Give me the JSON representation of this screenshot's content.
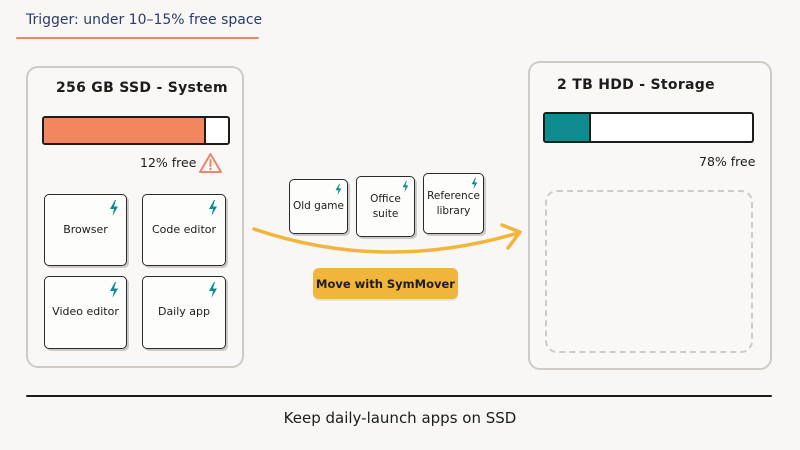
{
  "trigger": {
    "text": "Trigger: under 10–15% free space"
  },
  "colors": {
    "accent_salmon": "#f2875f",
    "accent_teal": "#0e8c8f",
    "button_yellow": "#f0b53a",
    "warning": "#e9866b"
  },
  "ssd": {
    "title": "256 GB SSD - System",
    "free_label": "12% free",
    "used_fraction": 0.88,
    "warning_icon": "warning-triangle-icon",
    "apps": [
      {
        "label": "Browser",
        "icon": "bolt-icon"
      },
      {
        "label": "Code editor",
        "icon": "bolt-icon"
      },
      {
        "label": "Video editor",
        "icon": "bolt-icon"
      },
      {
        "label": "Daily app",
        "icon": "bolt-icon"
      }
    ]
  },
  "hdd": {
    "title": "2 TB HDD - Storage",
    "free_label": "78% free",
    "used_fraction": 0.22
  },
  "moving_apps": [
    {
      "line1": "Old game",
      "line2": "",
      "icon": "bolt-icon"
    },
    {
      "line1": "Office",
      "line2": "suite",
      "icon": "bolt-icon"
    },
    {
      "line1": "Reference",
      "line2": "library",
      "icon": "bolt-icon"
    }
  ],
  "move_button": {
    "label": "Move with SymMover"
  },
  "footer": {
    "text": "Keep daily-launch apps on SSD"
  }
}
